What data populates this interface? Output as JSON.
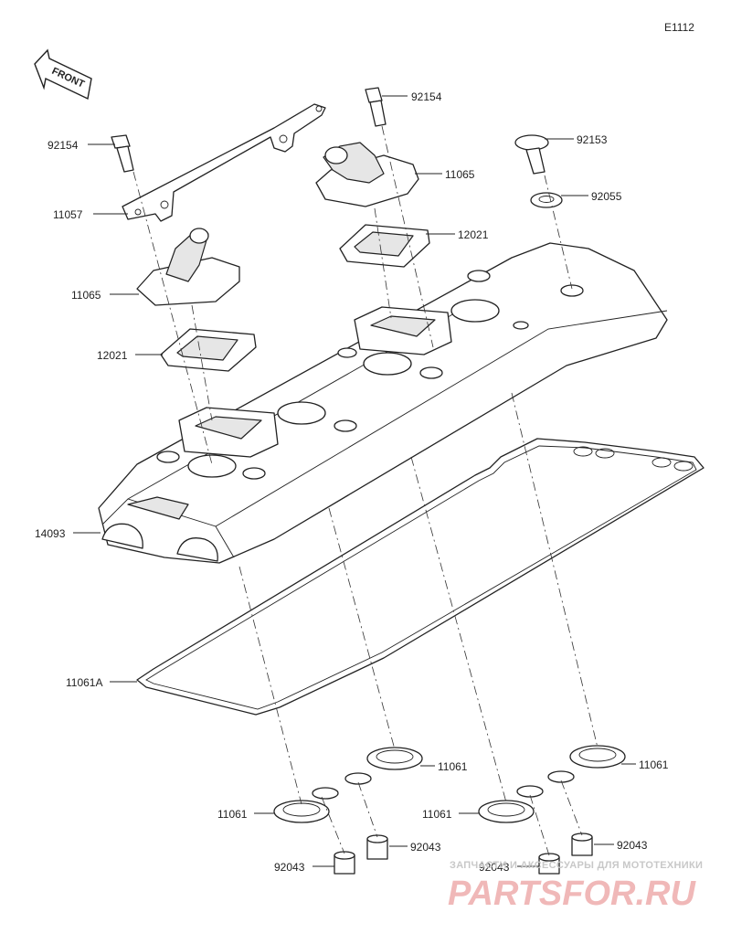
{
  "diagram_code": "E1112",
  "front_badge": "FRONT",
  "parts": {
    "bolt_left": "92154",
    "bolt_right": "92154",
    "bolt_flange": "92153",
    "bracket": "11057",
    "breather_cover_left": "11065",
    "breather_cover_right": "11065",
    "reed_valve_left": "12021",
    "reed_valve_right": "12021",
    "washer": "92055",
    "cylinder_head_cover": "14093",
    "gasket": "11061A",
    "plug_gasket_1": "11061",
    "plug_gasket_2": "11061",
    "plug_gasket_3": "11061",
    "plug_gasket_4": "11061",
    "dowel_1": "92043",
    "dowel_2": "92043",
    "dowel_3": "92043",
    "dowel_4": "92043"
  },
  "watermark": {
    "tagline": "ЗАПЧАСТИ И АКСЕССУАРЫ ДЛЯ МОТОТЕХНИКИ",
    "logo": "PARTSFOR.RU"
  }
}
